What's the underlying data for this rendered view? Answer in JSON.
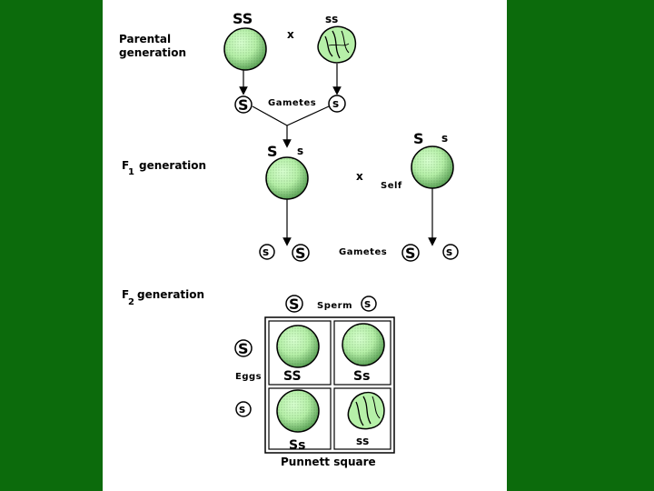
{
  "parental": {
    "label_line1": "Parental",
    "label_line2": "generation",
    "genotype_left": "SS",
    "genotype_right": "ss",
    "cross": "x"
  },
  "gametes_p": {
    "left": "S",
    "label": "Gametes",
    "right": "s"
  },
  "f1": {
    "label_F": "F",
    "label_sub": "1",
    "label_rest": "generation",
    "seed_left_S": "S",
    "seed_left_s": "s",
    "seed_right_S": "S",
    "seed_right_s": "s",
    "cross": "x",
    "self": "Self"
  },
  "gametes_f1": {
    "a": "s",
    "b": "S",
    "label": "Gametes",
    "c": "S",
    "d": "s"
  },
  "f2": {
    "label_F": "F",
    "label_sub": "2",
    "label_rest": "generation",
    "sperm_S": "S",
    "sperm_label": "Sperm",
    "sperm_s": "s",
    "eggs_S": "S",
    "eggs_label": "Eggs",
    "eggs_s": "s",
    "cell_SS": "SS",
    "cell_Ss_top": "Ss",
    "cell_Ss_bottom": "Ss",
    "cell_ss": "ss",
    "caption": "Punnett square"
  },
  "colors": {
    "background": "#0c6b0c",
    "panel": "#ffffff",
    "seed_fill": "#b6f0a8",
    "seed_shadow": "#6fb86a"
  }
}
